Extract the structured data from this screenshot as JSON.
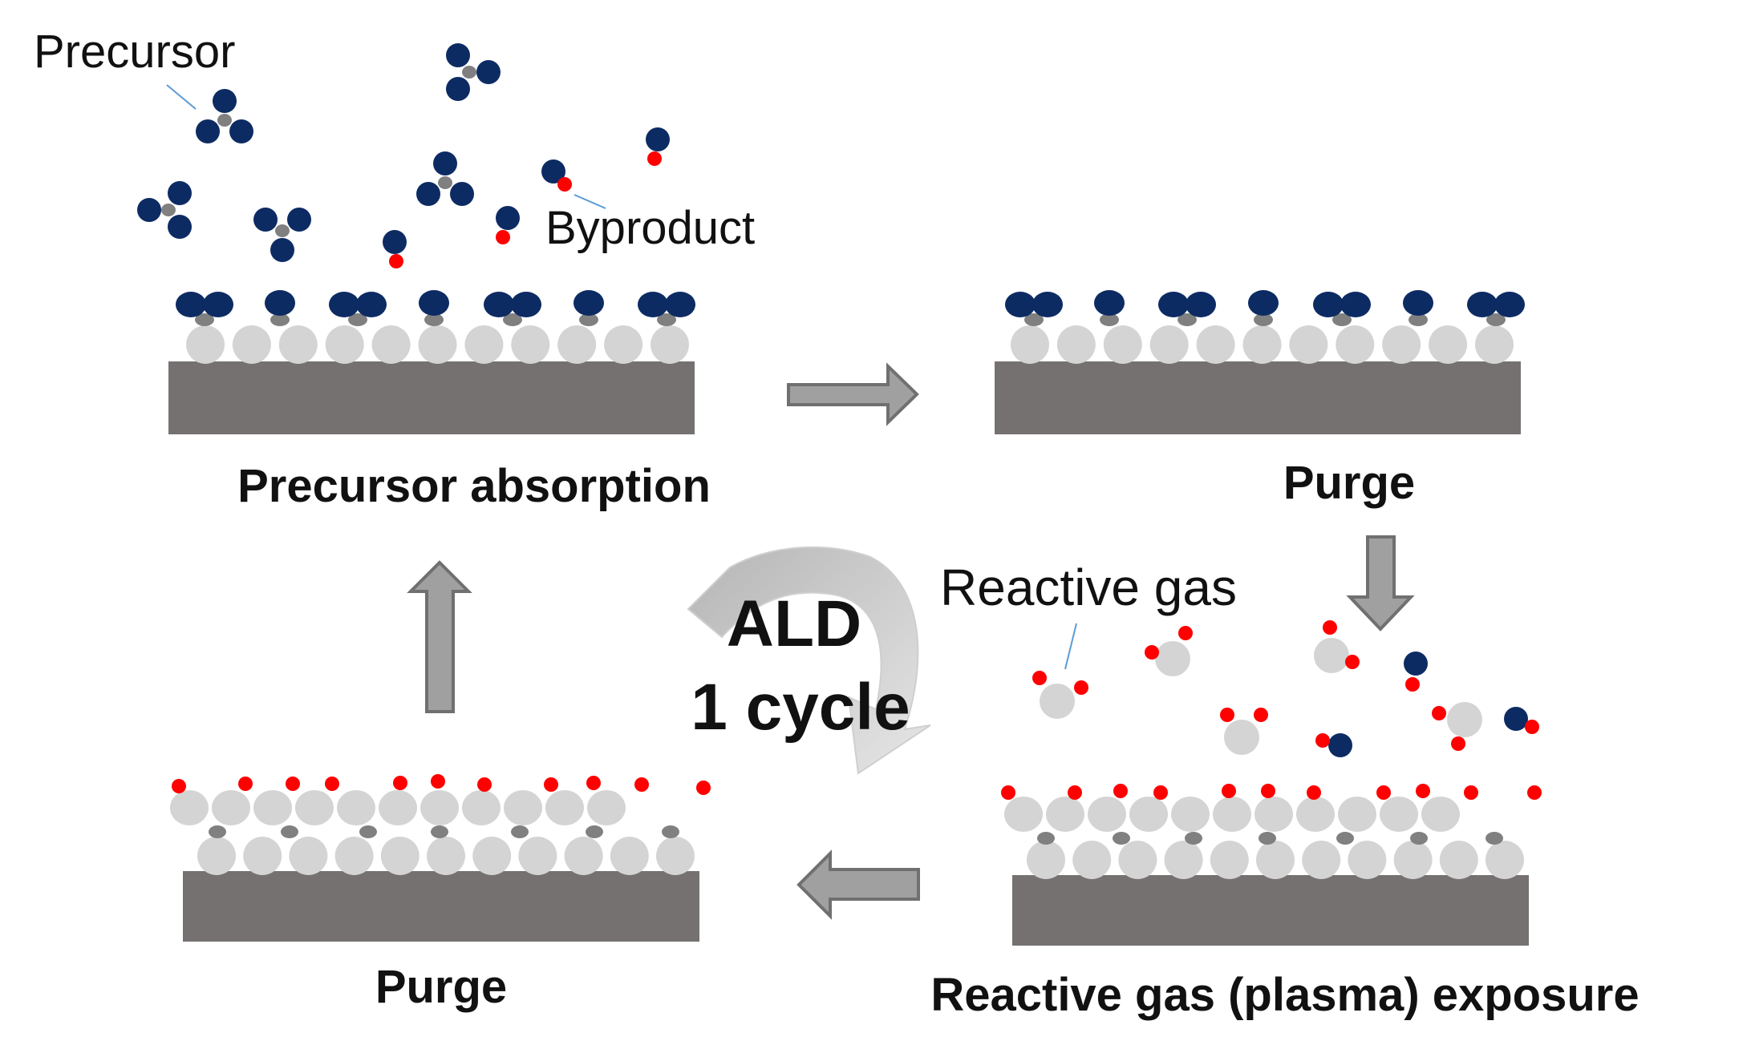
{
  "labels": {
    "precursor": "Precursor",
    "byproduct": "Byproduct",
    "reactive_gas": "Reactive gas",
    "step1": "Precursor absorption",
    "step2": "Purge",
    "step3": "Reactive gas (plasma) exposure",
    "step4": "Purge",
    "cycle_line1": "ALD",
    "cycle_line2": "1 cycle"
  },
  "colors": {
    "substrate": "#767171",
    "surface_atom": "#d4d4d4",
    "bond": "#808080",
    "ligand": "#0d2b63",
    "reactive": "#ff0000",
    "arrow_fill": "#a0a0a0",
    "arrow_stroke": "#707070",
    "cycle_arrow": "#c9c9c9",
    "leader_line": "#5b9bd5"
  }
}
